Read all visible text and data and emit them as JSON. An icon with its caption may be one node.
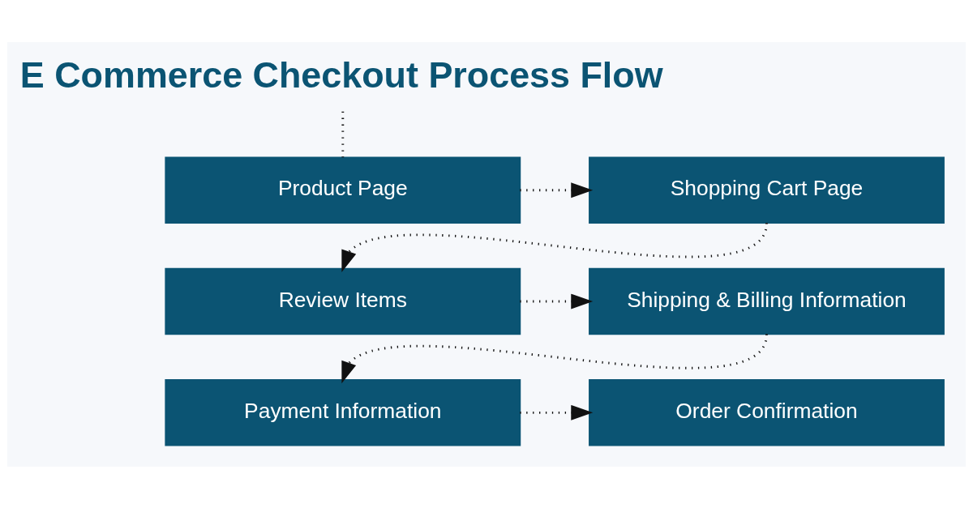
{
  "diagram": {
    "nodes": [
      {
        "text": [
          "E Commerce Checkout Process Flow"
        ]
      },
      {
        "text": [
          "Product Page"
        ]
      },
      {
        "text": [
          "Shopping Cart Page"
        ]
      },
      {
        "text": [
          "Review Items"
        ]
      },
      {
        "text": [
          "Shipping & Billing Information"
        ]
      },
      {
        "text": [
          "Payment Information"
        ]
      },
      {
        "text": [
          "Order Confirmation"
        ]
      }
    ],
    "edges": [
      {
        "from": 0,
        "to": 1,
        "arrow": "none"
      },
      {
        "from": 1,
        "to": 2,
        "arrow": "to"
      },
      {
        "from": 2,
        "to": 3,
        "arrow": "to"
      },
      {
        "from": 3,
        "to": 4,
        "arrow": "to"
      },
      {
        "from": 4,
        "to": 5,
        "arrow": "to"
      },
      {
        "from": 5,
        "to": 6,
        "arrow": "to"
      }
    ]
  }
}
